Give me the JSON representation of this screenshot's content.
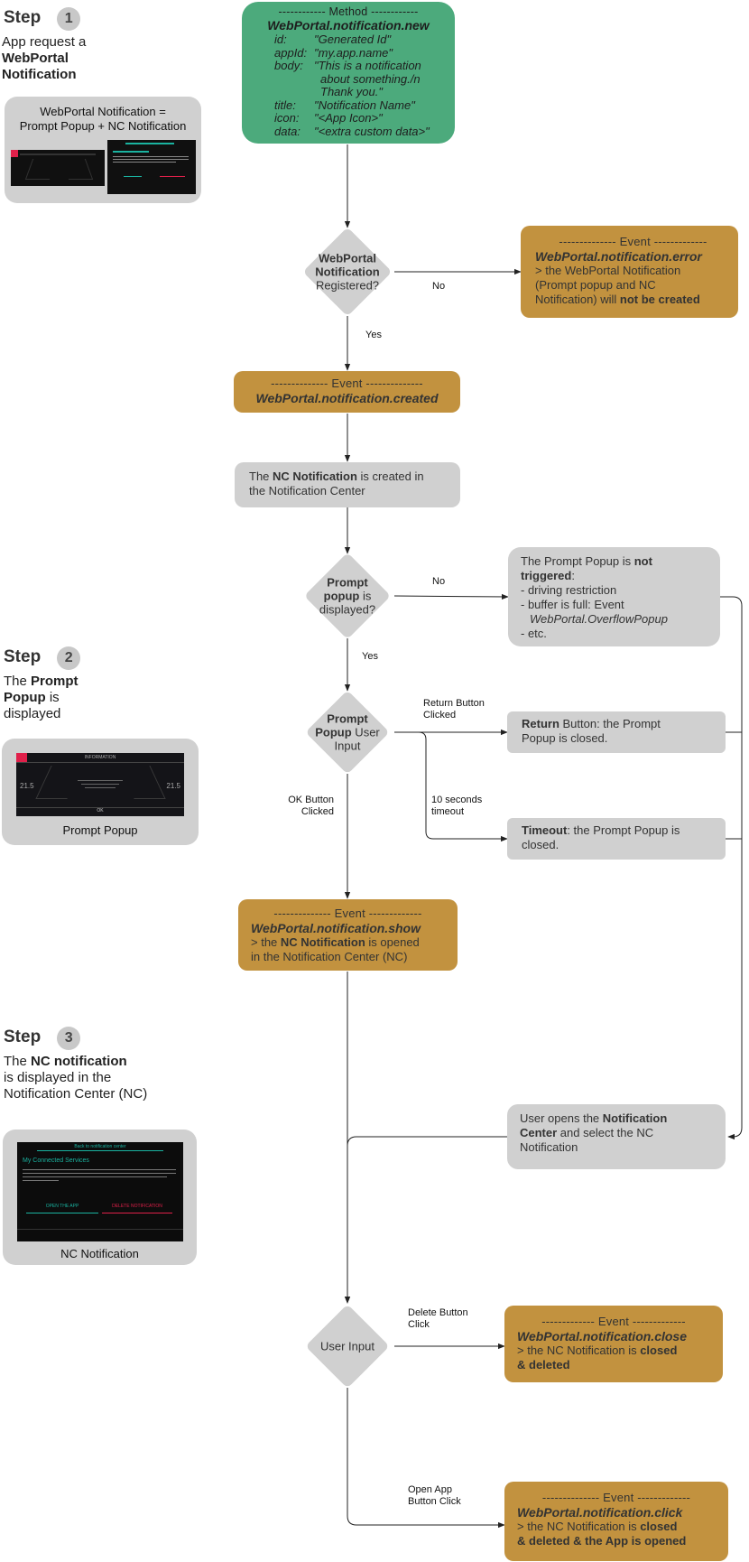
{
  "colors": {
    "event": "#c2923f",
    "method": "#4caa7c",
    "node": "#d0d0d0",
    "step_badge": "#c8c8c8",
    "line": "#222222",
    "screen_accent": "#1ab3a0",
    "screen_alert": "#e0204a"
  },
  "steps": [
    {
      "word": "Step",
      "number": "1",
      "lines": [
        [
          "App request a"
        ],
        [
          "WebPortal",
          "bold"
        ],
        [
          "Notification",
          "bold"
        ]
      ]
    },
    {
      "word": "Step",
      "number": "2",
      "lines": [
        [
          "The ",
          "",
          "Prompt",
          "bold"
        ],
        [
          "Popup",
          "bold",
          " is",
          ""
        ],
        [
          "displayed"
        ]
      ]
    },
    {
      "word": "Step",
      "number": "3",
      "lines": [
        [
          "The ",
          "",
          "NC notification",
          "bold"
        ],
        [
          "is displayed in the"
        ],
        [
          "Notification Center (NC)"
        ]
      ]
    }
  ],
  "cards": {
    "step1": {
      "caption_line1": "WebPortal Notification =",
      "caption_line2": "Prompt Popup + NC Notification"
    },
    "step2": {
      "caption": "Prompt Popup",
      "screen_title": "INFORMATION",
      "screen_temp": "21.5",
      "screen_ok": "OK"
    },
    "step3": {
      "caption": "NC Notification",
      "screen_back": "Back to notification center",
      "screen_title": "My Connected Services",
      "screen_btn_open": "OPEN THE APP",
      "screen_btn_delete": "DELETE NOTIFICATION"
    }
  },
  "method": {
    "header": "------------ Method ------------",
    "name": "WebPortal.notification.new",
    "fields": [
      {
        "key": "id:",
        "value": "\"Generated Id\""
      },
      {
        "key": "appId:",
        "value": "\"my.app.name\""
      },
      {
        "key": "body:",
        "value": "\"This is a notification"
      },
      {
        "key": "",
        "value": "   about something./n"
      },
      {
        "key": "",
        "value": "   Thank you.\""
      },
      {
        "key": "title:",
        "value": "\"Notification Name\""
      },
      {
        "key": "icon:",
        "value": "\"<App Icon>\""
      },
      {
        "key": "data:",
        "value": "\"<extra custom data>\""
      }
    ]
  },
  "decisions": {
    "registered": {
      "l1": "WebPortal",
      "l2": "Notification",
      "l3": "Registered?"
    },
    "prompt": {
      "l1": "Prompt",
      "l2": "popup",
      "l2b": " is",
      "l3": "displayed?"
    },
    "user_input1": {
      "l1": "Prompt",
      "l2": "Popup",
      "l2b": " User",
      "l3": "Input"
    },
    "user_input2": {
      "l1": "User Input"
    }
  },
  "events": {
    "error": {
      "header": "-------------- Event -------------",
      "name": "WebPortal.notification.error",
      "l1": "> the WebPortal Notification",
      "l2": "(Prompt popup and NC",
      "l3a": "Notification) will ",
      "l3b": "not be created"
    },
    "created": {
      "header": "-------------- Event --------------",
      "name": "WebPortal.notification.created"
    },
    "show": {
      "header": "-------------- Event -------------",
      "name": "WebPortal.notification.show",
      "l1a": "> the ",
      "l1b": "NC Notification",
      "l1c": " is opened",
      "l2": "in the Notification Center (NC)"
    },
    "close": {
      "header": "------------- Event -------------",
      "name": "WebPortal.notification.close",
      "l1a": "> the NC Notification is ",
      "l1b": "closed",
      "l2": "& deleted"
    },
    "click": {
      "header": "-------------- Event -------------",
      "name": "WebPortal.notification.click",
      "l1a": "> the NC Notification is ",
      "l1b": "closed",
      "l2": "& deleted & the App is opened"
    }
  },
  "processes": {
    "nc_created": {
      "a": "The ",
      "b": "NC Notification",
      "c": " is created in",
      "d": "the Notification Center"
    },
    "not_triggered": {
      "a": "The Prompt Popup is ",
      "b": "not",
      "c": "triggered",
      "d": ":",
      "items": [
        "- driving restriction",
        "- buffer is full: Event"
      ],
      "italic": "WebPortal.OverflowPopup",
      "etc": "- etc."
    },
    "return": {
      "b": "Return",
      "c": " Button: the Prompt",
      "d": "Popup is closed."
    },
    "timeout": {
      "b": "Timeout",
      "c": ": the Prompt Popup is",
      "d": "closed."
    },
    "user_opens": {
      "a": "User opens the ",
      "b": "Notification",
      "c": "Center",
      "d": " and select the NC",
      "e": "Notification"
    }
  },
  "edge_labels": {
    "no1": "No",
    "yes1": "Yes",
    "no2": "No",
    "yes2": "Yes",
    "return_l1": "Return Button",
    "return_l2": "Clicked",
    "timeout_l1": "10 seconds",
    "timeout_l2": "timeout",
    "ok_l1": "OK Button",
    "ok_l2": "Clicked",
    "delete_l1": "Delete Button",
    "delete_l2": "Click",
    "open_l1": "Open App",
    "open_l2": "Button Click"
  }
}
